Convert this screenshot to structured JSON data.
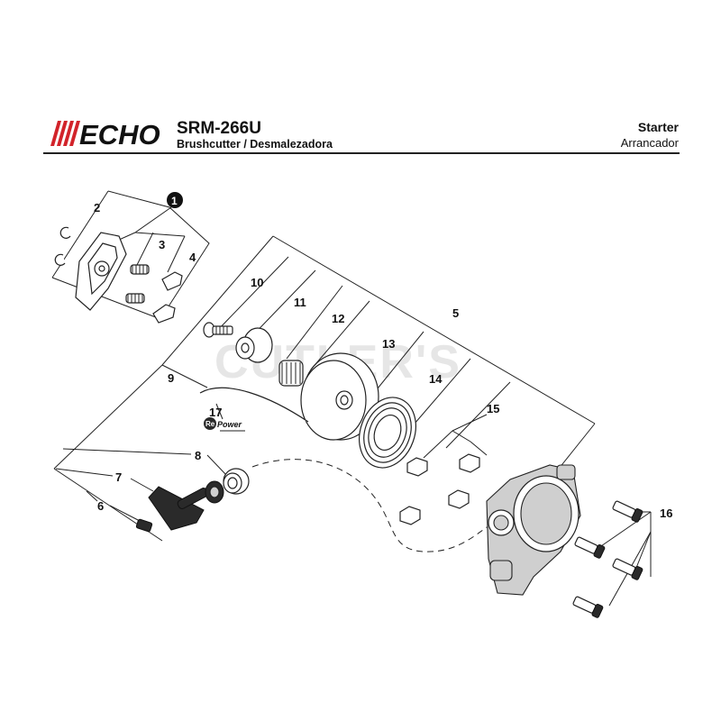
{
  "header": {
    "brand": "ECHO",
    "model": "SRM-266U",
    "subtitle": "Brushcutter / Desmalezadora",
    "section": "Starter",
    "section_es": "Arrancador"
  },
  "watermark": "CUTLER'S",
  "callouts": {
    "c1": "1",
    "c2": "2",
    "c3": "3",
    "c4": "4",
    "c5": "5",
    "c6": "6",
    "c7": "7",
    "c8": "8",
    "c9": "9",
    "c10": "10",
    "c11": "11",
    "c12": "12",
    "c13": "13",
    "c14": "14",
    "c15": "15",
    "c16": "16",
    "c17": "17"
  },
  "repower_label": {
    "re": "Re",
    "power": "Power"
  },
  "colors": {
    "brand_red": "#d2232a",
    "ink": "#222222",
    "watermark": "#e6e6e6"
  }
}
